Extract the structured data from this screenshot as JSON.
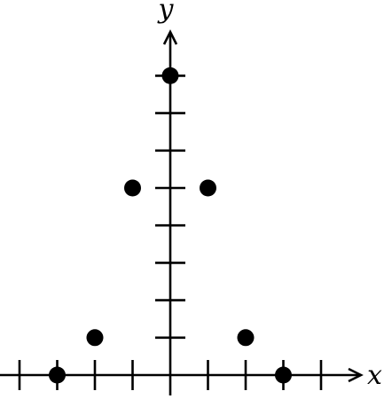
{
  "chart_data": {
    "type": "scatter",
    "title": "",
    "xlabel": "x",
    "ylabel": "y",
    "xlim": [
      -4.5,
      4.5
    ],
    "ylim": [
      0,
      8
    ],
    "x_ticks": [
      -4,
      -3,
      -2,
      -1,
      1,
      2,
      3,
      4
    ],
    "y_ticks": [
      1,
      2,
      3,
      4,
      5,
      6,
      7,
      8
    ],
    "grid": false,
    "points": [
      {
        "x": -3,
        "y": 0
      },
      {
        "x": -2,
        "y": 1
      },
      {
        "x": -1,
        "y": 5
      },
      {
        "x": 0,
        "y": 8
      },
      {
        "x": 1,
        "y": 5
      },
      {
        "x": 2,
        "y": 1
      },
      {
        "x": 3,
        "y": 0
      }
    ]
  }
}
